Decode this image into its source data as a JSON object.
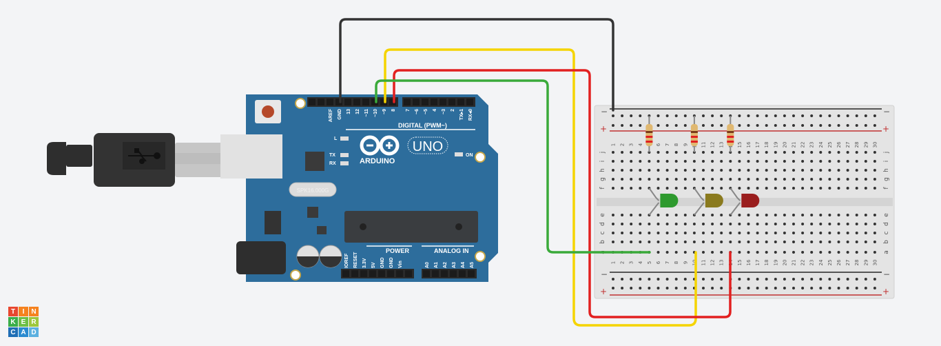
{
  "app": {
    "name": "Tinkercad Circuits"
  },
  "logo": {
    "letters": [
      "T",
      "I",
      "N",
      "K",
      "E",
      "R",
      "C",
      "A",
      "D"
    ],
    "colors": [
      "#e8472f",
      "#f5821f",
      "#f5821f",
      "#3aae49",
      "#6cbf45",
      "#9dc73c",
      "#1f6eb5",
      "#2a8ad0",
      "#5cb0e0"
    ]
  },
  "arduino": {
    "brand": "ARDUINO",
    "model": "UNO",
    "crystal": "SPK16.000G",
    "digital_header_label": "DIGITAL (PWM~)",
    "power_header_label": "POWER",
    "analog_header_label": "ANALOG IN",
    "on_label": "ON",
    "leds": [
      "L",
      "TX",
      "RX"
    ],
    "digital_pins_left": [
      "AREF",
      "GND",
      "13",
      "12",
      "~11",
      "~10",
      "~9",
      "8"
    ],
    "digital_pins_right": [
      "7",
      "~6",
      "~5",
      "4",
      "~3",
      "2",
      "TX▸1",
      "RX◂0"
    ],
    "power_pins": [
      "IOREF",
      "RESET",
      "3.3V",
      "5V",
      "GND",
      "GND",
      "Vin"
    ],
    "analog_pins": [
      "A0",
      "A1",
      "A2",
      "A3",
      "A4",
      "A5"
    ],
    "colors": {
      "board": "#2d6d9c",
      "header": "#2a2a2a"
    }
  },
  "breadboard": {
    "columns": 30,
    "rows_top": [
      "j",
      "i",
      "h",
      "g",
      "f"
    ],
    "rows_bottom": [
      "e",
      "d",
      "c",
      "b",
      "a"
    ],
    "rail_minus": "−",
    "rail_plus": "+"
  },
  "components": [
    {
      "type": "resistor",
      "id": "R1",
      "column": 5
    },
    {
      "type": "resistor",
      "id": "R2",
      "column": 10
    },
    {
      "type": "resistor",
      "id": "R3",
      "column": 14
    },
    {
      "type": "led",
      "id": "LED-green",
      "color": "#2e9a2e",
      "column": 5
    },
    {
      "type": "led",
      "id": "LED-yellow",
      "color": "#8a7a1e",
      "column": 10
    },
    {
      "type": "led",
      "id": "LED-red",
      "color": "#9a1e1e",
      "column": 14
    }
  ],
  "wires": [
    {
      "id": "wire-gnd",
      "color": "#333333",
      "from": "GND",
      "to": "rail -"
    },
    {
      "id": "wire-pin10",
      "color": "#3aaa3a",
      "from": "~10",
      "to": "a5"
    },
    {
      "id": "wire-pin9",
      "color": "#f5d400",
      "from": "~9",
      "to": "a10"
    },
    {
      "id": "wire-pin8",
      "color": "#e22020",
      "from": "8",
      "to": "a14"
    }
  ]
}
